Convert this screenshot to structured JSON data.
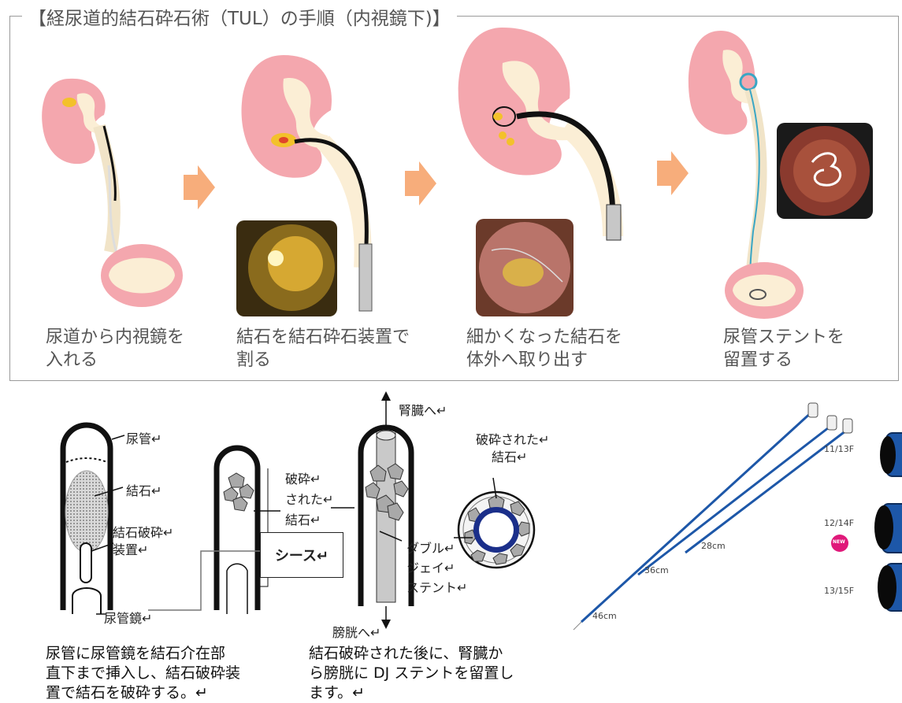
{
  "panel": {
    "title": "【経尿道的結石砕石術（TUL）の手順（内視鏡下)】",
    "steps": [
      {
        "line1": "尿道から内視鏡を",
        "line2": "入れる"
      },
      {
        "line1": "結石を結石砕石装置で",
        "line2": "割る"
      },
      {
        "line1": "細かくなった結石を",
        "line2": "体外へ取り出す"
      },
      {
        "line1": "尿管ステントを",
        "line2": "留置する"
      }
    ]
  },
  "diagram": {
    "ureter": "尿管↵",
    "stone": "結石↵",
    "device_line1": "結石破砕↵",
    "device_line2": "装置↵",
    "scope": "尿管鏡↵",
    "crushed_line1": "破砕↵",
    "crushed_line2": "された↵",
    "crushed_line3": "結石↵",
    "sheath": "シース↵",
    "to_kidney": "腎臓へ↵",
    "to_bladder": "膀胱へ↵",
    "dj_line1": "ダブル↵",
    "dj_line2": "ジェイ↵",
    "dj_line3": "ステント↵",
    "cross_line1": "破砕された↵",
    "cross_line2": "結石↵"
  },
  "captions": {
    "left_line1": "尿管に尿管鏡を結石介在部",
    "left_line2": "直下まで挿入し、結石破砕装",
    "left_line3": "置で結石を破砕する。↵",
    "right_line1": "結石破砕された後に、腎臓か",
    "right_line2": "ら膀胱に DJ ステントを留置し",
    "right_line3": "ます。↵"
  },
  "product": {
    "lengths": [
      "46cm",
      "36cm",
      "28cm"
    ],
    "sizes": [
      "11/13F",
      "12/14F",
      "13/15F"
    ],
    "new_badge": "NEW"
  },
  "colors": {
    "kidney": "#f4a7ae",
    "tissue": "#fbeed5",
    "arrow": "#f7ad7b",
    "scope": "#111111",
    "stent": "#3aa6c4",
    "device_blue": "#1d57a8",
    "badge": "#e0197a"
  }
}
